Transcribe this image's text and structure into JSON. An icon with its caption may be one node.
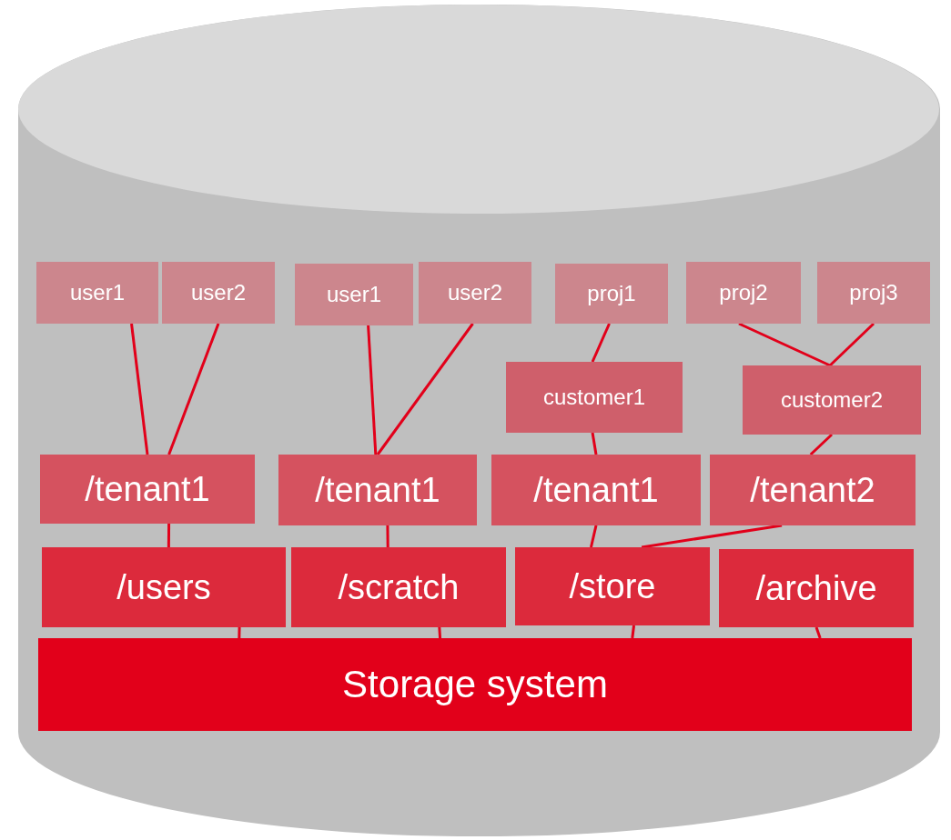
{
  "diagram": {
    "nodes": [
      {
        "text": [],
        "shape": "cylinder"
      },
      {
        "text": [
          "user1"
        ],
        "in": 0
      },
      {
        "text": [
          "user2"
        ],
        "in": 0
      },
      {
        "text": [
          "user1"
        ],
        "in": 0
      },
      {
        "text": [
          "user2"
        ],
        "in": 0
      },
      {
        "text": [
          "proj1"
        ],
        "in": 0
      },
      {
        "text": [
          "proj2"
        ],
        "in": 0
      },
      {
        "text": [
          "proj3"
        ],
        "in": 0
      },
      {
        "text": [
          "customer1"
        ],
        "in": 0
      },
      {
        "text": [
          "customer2"
        ],
        "in": 0
      },
      {
        "text": [
          "/tenant1"
        ],
        "in": 0
      },
      {
        "text": [
          "/tenant1"
        ],
        "in": 0
      },
      {
        "text": [
          "/tenant1"
        ],
        "in": 0
      },
      {
        "text": [
          "/tenant2"
        ],
        "in": 0
      },
      {
        "text": [
          "/users"
        ],
        "in": 0
      },
      {
        "text": [
          "/scratch"
        ],
        "in": 0
      },
      {
        "text": [
          "/store"
        ],
        "in": 0
      },
      {
        "text": [
          "/archive"
        ],
        "in": 0
      },
      {
        "text": [
          "Storage system"
        ],
        "in": 0
      }
    ],
    "edges": [
      {
        "from": 1,
        "to": 10,
        "arrow": "none"
      },
      {
        "from": 2,
        "to": 10,
        "arrow": "none"
      },
      {
        "from": 3,
        "to": 11,
        "arrow": "none"
      },
      {
        "from": 4,
        "to": 11,
        "arrow": "none"
      },
      {
        "from": 5,
        "to": 8,
        "arrow": "none"
      },
      {
        "from": 6,
        "to": 9,
        "arrow": "none"
      },
      {
        "from": 7,
        "to": 9,
        "arrow": "none"
      },
      {
        "from": 8,
        "to": 12,
        "arrow": "none"
      },
      {
        "from": 9,
        "to": 13,
        "arrow": "none"
      },
      {
        "from": 10,
        "to": 14,
        "arrow": "none"
      },
      {
        "from": 11,
        "to": 15,
        "arrow": "none"
      },
      {
        "from": 12,
        "to": 16,
        "arrow": "none"
      },
      {
        "from": 13,
        "to": 16,
        "arrow": "none"
      },
      {
        "from": 14,
        "to": 18,
        "arrow": "none"
      },
      {
        "from": 15,
        "to": 18,
        "arrow": "none"
      },
      {
        "from": 16,
        "to": 18,
        "arrow": "none"
      },
      {
        "from": 17,
        "to": 18,
        "arrow": "none"
      }
    ]
  }
}
